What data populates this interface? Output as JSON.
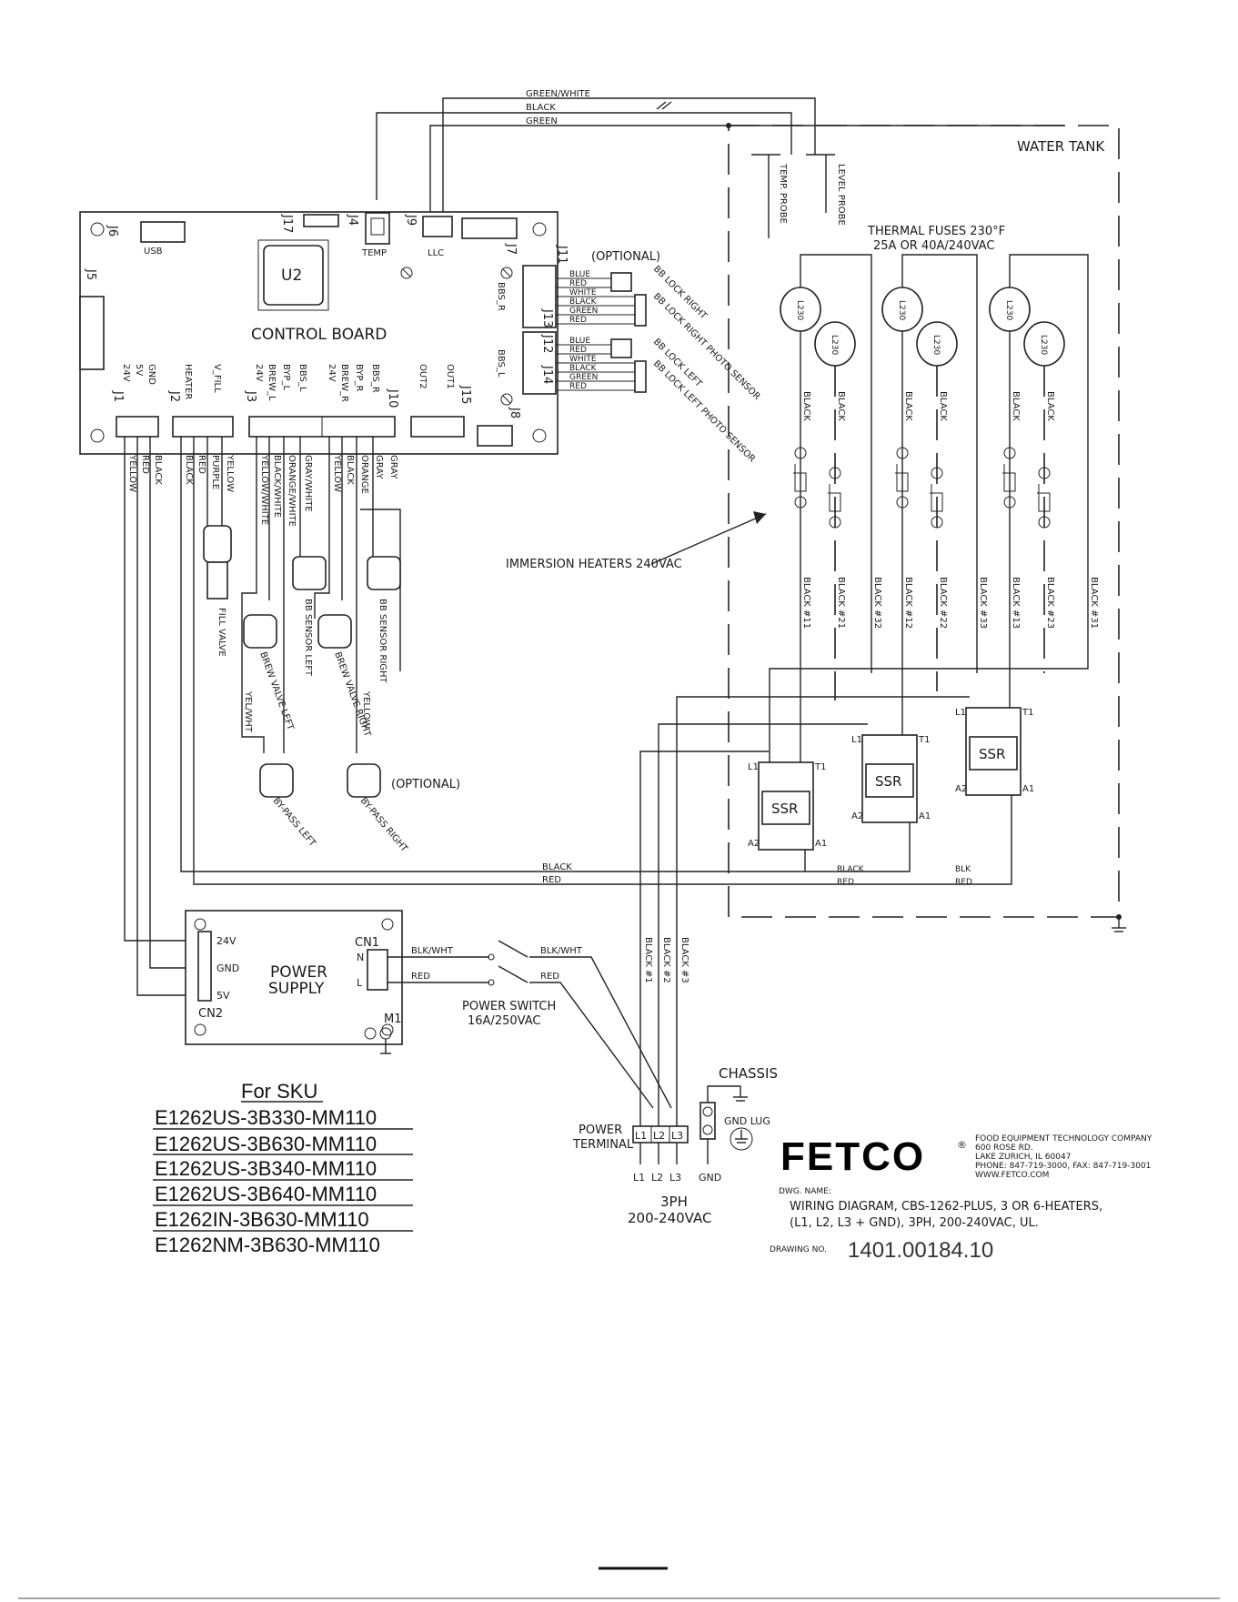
{
  "labels": {
    "green_white": "GREEN/WHITE",
    "black": "BLACK",
    "green": "GREEN",
    "water_tank": "WATER TANK",
    "temp_probe": "TEMP. PROBE",
    "level_probe": "LEVEL PROBE",
    "thermal_fuses_1": "THERMAL FUSES 230°F",
    "thermal_fuses_2": "25A OR 40A/240VAC",
    "optional": "(OPTIONAL)",
    "control_board": "CONTROL BOARD",
    "u2": "U2",
    "usb": "USB",
    "temp": "TEMP",
    "llc": "LLC",
    "immersion_heaters": "IMMERSION HEATERS 240VAC",
    "power_supply_1": "POWER",
    "power_supply_2": "SUPPLY",
    "power_switch_1": "POWER SWITCH",
    "power_switch_2": "16A/250VAC",
    "power_terminal_1": "POWER",
    "power_terminal_2": "TERMINAL",
    "chassis": "CHASSIS",
    "gnd_lug": "GND LUG",
    "gnd": "GND",
    "phase_1": "3PH",
    "phase_2": "200-240VAC",
    "ssr": "SSR",
    "fill_valve": "FILL VALVE",
    "bb_sensor_left": "BB SENSOR LEFT",
    "bb_sensor_right": "BB SENSOR RIGHT",
    "brew_valve_left": "BREW VALVE LEFT",
    "brew_valve_right": "BREW VALVE RIGHT",
    "bypass_left": "BY-PASS LEFT",
    "bypass_right": "BY-PASS RIGHT",
    "yel_wht": "YEL/WHT",
    "yellow": "YELLOW",
    "blk_wht": "BLK/WHT",
    "red": "RED",
    "blk": "BLK",
    "cn1": "CN1",
    "cn2": "CN2",
    "m1": "M1",
    "n": "N",
    "l": "L",
    "v24": "24V",
    "v5": "5V"
  },
  "connectors": [
    "J1",
    "J2",
    "J3",
    "J4",
    "J5",
    "J6",
    "J7",
    "J8",
    "J9",
    "J10",
    "J11",
    "J12",
    "J13",
    "J14",
    "J15",
    "J17"
  ],
  "j1_pins": [
    "24V",
    "5V",
    "GND"
  ],
  "j2_pins": [
    "HEATER",
    "V_FILL"
  ],
  "j3_pins": [
    "24V",
    "BREW_L",
    "BYP_L",
    "BBS_L",
    "24V",
    "BREW_R",
    "BYP_R",
    "BBS_R"
  ],
  "out_pins": [
    "OUT2",
    "OUT1"
  ],
  "bbs_labels": [
    "BBS_R",
    "BBS_L"
  ],
  "bb_lock_labels": [
    "BB LOCK RIGHT",
    "BB LOCK RIGHT PHOTO SENSOR",
    "BB LOCK LEFT",
    "BB LOCK LEFT PHOTO SENSOR"
  ],
  "bb_wire_colors_top": [
    "BLUE",
    "RED",
    "WHITE",
    "BLACK",
    "GREEN",
    "RED"
  ],
  "bb_wire_colors_bottom": [
    "BLUE",
    "RED",
    "WHITE",
    "BLACK",
    "GREEN",
    "RED"
  ],
  "board_wires": [
    "YELLOW",
    "RED",
    "BLACK",
    "BLACK",
    "RED",
    "PURPLE",
    "YELLOW",
    "YELLOW/WHITE",
    "BLACK/WHITE",
    "ORANGE/WHITE",
    "GRAY/WHITE",
    "YELLOW",
    "BLACK",
    "ORANGE",
    "GRAY",
    "GRAY"
  ],
  "heater_wires": [
    "BLACK #11",
    "BLACK #21",
    "BLACK #32",
    "BLACK #12",
    "BLACK #22",
    "BLACK #33",
    "BLACK #13",
    "BLACK #23",
    "BLACK #31"
  ],
  "phase_wires": [
    "BLACK #1",
    "BLACK #2",
    "BLACK #3"
  ],
  "terminal_labels": [
    "L1",
    "L2",
    "L3"
  ],
  "ssr_pins": [
    "L1",
    "T1",
    "A2",
    "A1"
  ],
  "fuse_label": "L230",
  "sku_title": "For SKU",
  "skus": [
    "E1262US-3B330-MM110",
    "E1262US-3B630-MM110",
    "E1262US-3B340-MM110",
    "E1262US-3B640-MM110",
    "E1262IN-3B630-MM110",
    "E1262NM-3B630-MM110"
  ],
  "logo": {
    "name": "FETCO",
    "reg": "®",
    "company": "FOOD EQUIPMENT TECHNOLOGY COMPANY",
    "address1": "600 ROSE RD.",
    "address2": "LAKE ZURICH, IL 60047",
    "phone": "PHONE: 847-719-3000, FAX: 847-719-3001",
    "web": "WWW.FETCO.COM"
  },
  "drawing": {
    "dwg_name_label": "DWG. NAME:",
    "name_line1": "WIRING DIAGRAM, CBS-1262-PLUS, 3 OR 6-HEATERS,",
    "name_line2": "(L1, L2, L3 + GND), 3PH, 200-240VAC, UL.",
    "number_label": "DRAWING NO.",
    "number": "1401.00184.10"
  }
}
